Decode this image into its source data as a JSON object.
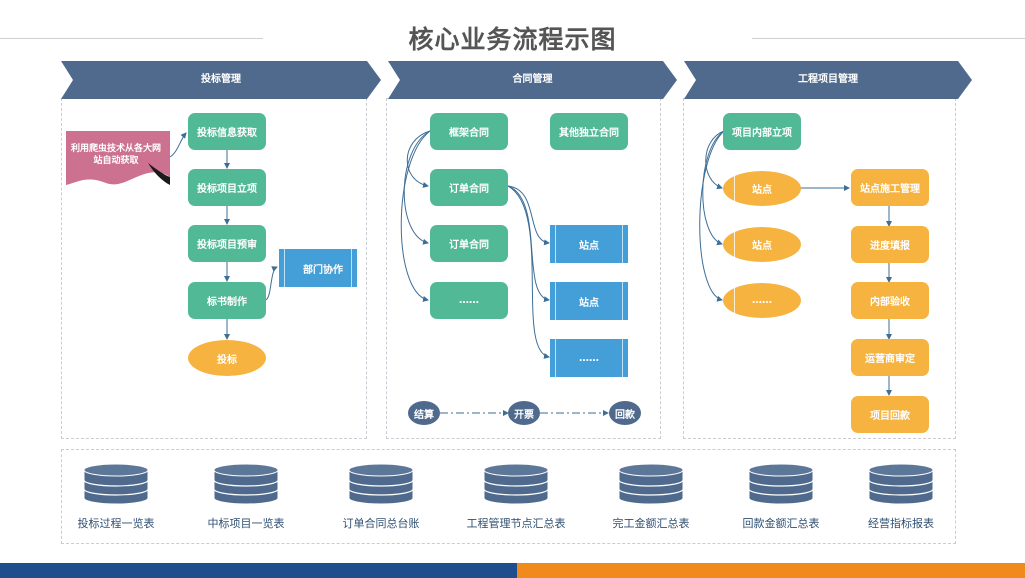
{
  "title": "核心业务流程示图",
  "colors": {
    "banner": "#4f6a8d",
    "green": "#52b996",
    "orange": "#f6b33f",
    "blue": "#449fd8",
    "navy": "#4f6a8d",
    "crawler": "#cd7190"
  },
  "bid": {
    "header": "投标管理",
    "crawler": "利用爬虫技术从各大网站自动获取",
    "steps": [
      "投标信息获取",
      "投标项目立项",
      "投标项目预审",
      "标书制作"
    ],
    "dept": "部门协作",
    "final": "投标"
  },
  "contract": {
    "header": "合同管理",
    "framework": "框架合同",
    "independent": "其他独立合同",
    "orders": [
      "订单合同",
      "订单合同",
      "……"
    ],
    "sites": [
      "站点",
      "站点",
      "……"
    ],
    "flow": [
      "结算",
      "开票",
      "回款"
    ]
  },
  "project": {
    "header": "工程项目管理",
    "internal": "项目内部立项",
    "sites": [
      "站点",
      "站点",
      "……"
    ],
    "steps": [
      "站点施工管理",
      "进度填报",
      "内部验收",
      "运营商审定",
      "项目回款"
    ]
  },
  "reports": [
    "投标过程一览表",
    "中标项目一览表",
    "订单合同总台账",
    "工程管理节点汇总表",
    "完工金额汇总表",
    "回款金额汇总表",
    "经营指标报表"
  ]
}
